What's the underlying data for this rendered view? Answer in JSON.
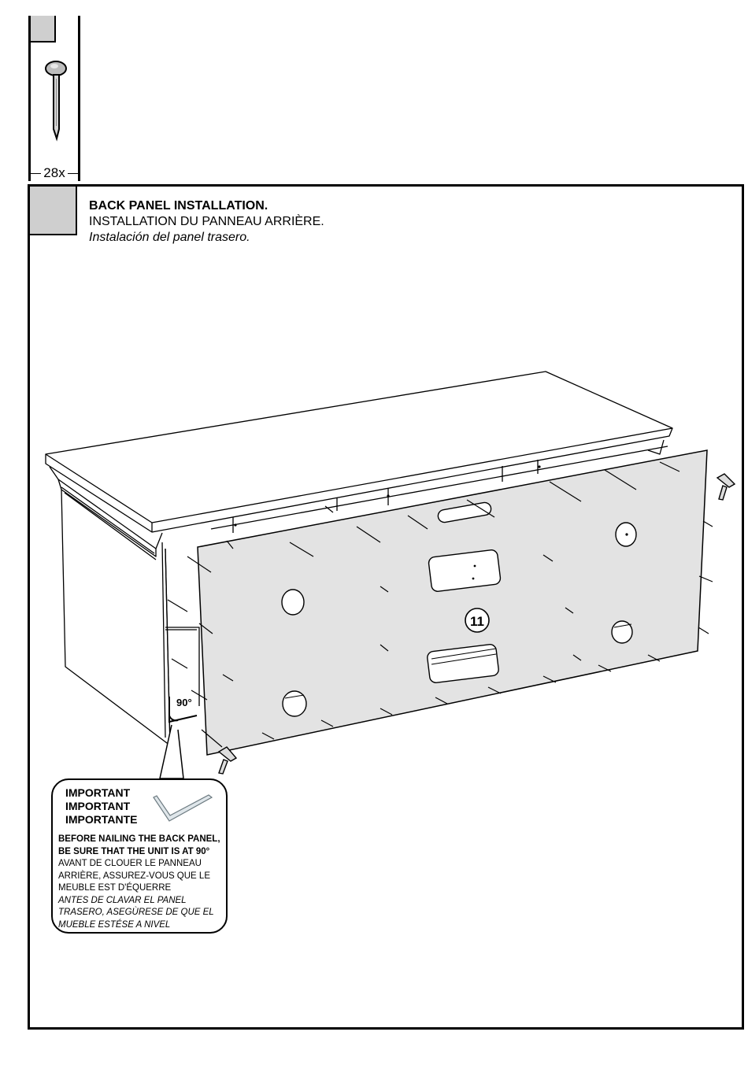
{
  "hardware": {
    "quantity": "28x",
    "icon": "nail-icon"
  },
  "step": {
    "title_en": "BACK PANEL INSTALLATION.",
    "title_fr": "INSTALLATION DU PANNEAU ARRIÈRE.",
    "title_es": "Instalación del panel trasero."
  },
  "drawing": {
    "part_number": "11",
    "angle_label": "90°",
    "icons": [
      "hammer-icon",
      "carpenter-square-icon"
    ]
  },
  "important": {
    "heading_en": "IMPORTANT",
    "heading_fr": "IMPORTANT",
    "heading_es": "IMPORTANTE",
    "line_en_1": "BEFORE NAILING THE BACK PANEL,",
    "line_en_2": "BE SURE THAT THE UNIT IS AT 90°",
    "line_fr_1": "AVANT DE CLOUER LE PANNEAU",
    "line_fr_2": "ARRIÈRE, ASSUREZ-VOUS QUE LE",
    "line_fr_3": "MEUBLE EST D'ÉQUERRE",
    "line_es_1": "ANTES DE CLAVAR EL PANEL",
    "line_es_2": "TRASERO, ASEGÙRESE DE QUE EL",
    "line_es_3": "MUEBLE ESTÉSE A NIVEL"
  }
}
